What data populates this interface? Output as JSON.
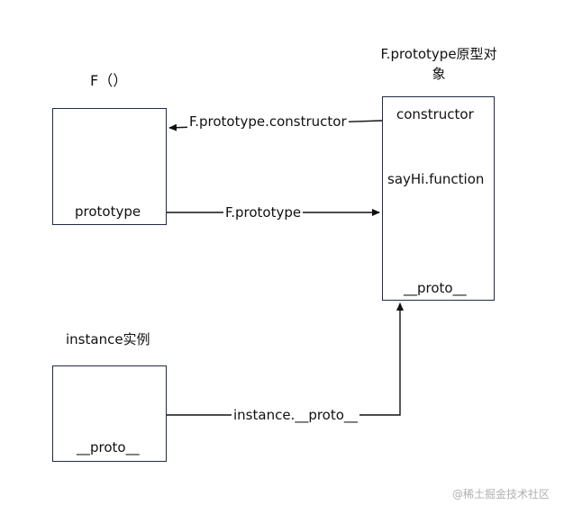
{
  "titles": {
    "f": "F（）",
    "prototype_object": "F.prototype原型对象",
    "instance": "instance实例"
  },
  "f_box": {
    "prototype": "prototype"
  },
  "prototype_object_box": {
    "constructor": "constructor",
    "sayhi": "sayHi.function",
    "proto": "__proto__"
  },
  "instance_box": {
    "proto": "__proto__"
  },
  "arrows": {
    "constructor_label": "F.prototype.constructor",
    "prototype_label": "F.prototype",
    "instance_proto_label": "instance.__proto__"
  },
  "watermark": "@稀土掘金技术社区",
  "colors": {
    "box_border": "#1f2a44",
    "line": "#111111",
    "text": "#111111",
    "watermark": "#b0b0b0"
  }
}
